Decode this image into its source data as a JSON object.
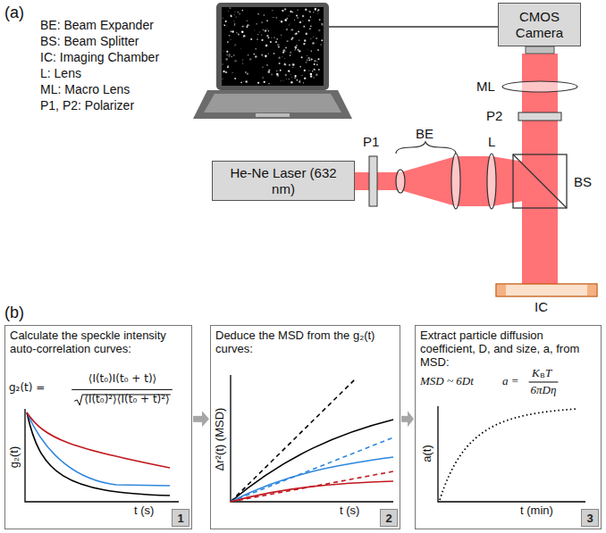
{
  "diagram": {
    "nodes": [
      {
        "text": [
          "He-Ne Laser (632 nm)"
        ]
      },
      {
        "text": [
          "CMOS Camera"
        ]
      },
      {
        "text": [
          "Calculate the speckle intensity auto-correlation curves:"
        ]
      },
      {
        "text": [
          "1"
        ],
        "in": 2
      },
      {
        "text": [
          "Deduce the MSD from the g₂(t) curves:"
        ]
      },
      {
        "text": [
          "2"
        ],
        "in": 4
      },
      {
        "text": [
          "Extract particle diffusion coefficient, D, and size, a, from MSD:"
        ]
      },
      {
        "text": [
          "3"
        ],
        "in": 6
      }
    ],
    "edges": [
      {
        "from": 2,
        "to": 4,
        "arrow": "to"
      },
      {
        "from": 4,
        "to": 6,
        "arrow": "to"
      }
    ],
    "labels": [
      "(a)",
      "BE: Beam Expander",
      "BS: Beam Splitter",
      "IC: Imaging Chamber",
      "L: Lens",
      "ML: Macro Lens",
      "P1, P2: Polarizer",
      "ML",
      "P2",
      "P1",
      "BE",
      "L",
      "BS",
      "IC",
      "(b)",
      "g₂(t) =",
      "⟨I(t₀)I(t₀ + t)⟩",
      "⟨I(t₀)²⟩⟨I(t₀ + t)²⟩",
      "g₂(t)",
      "t (s)",
      "Δr²(t) (MSD)",
      "t (s)",
      "MSD ~ 6Dt",
      "a =",
      "K",
      "B",
      "T",
      "6πDη",
      "a(t)",
      "t (min)"
    ]
  }
}
